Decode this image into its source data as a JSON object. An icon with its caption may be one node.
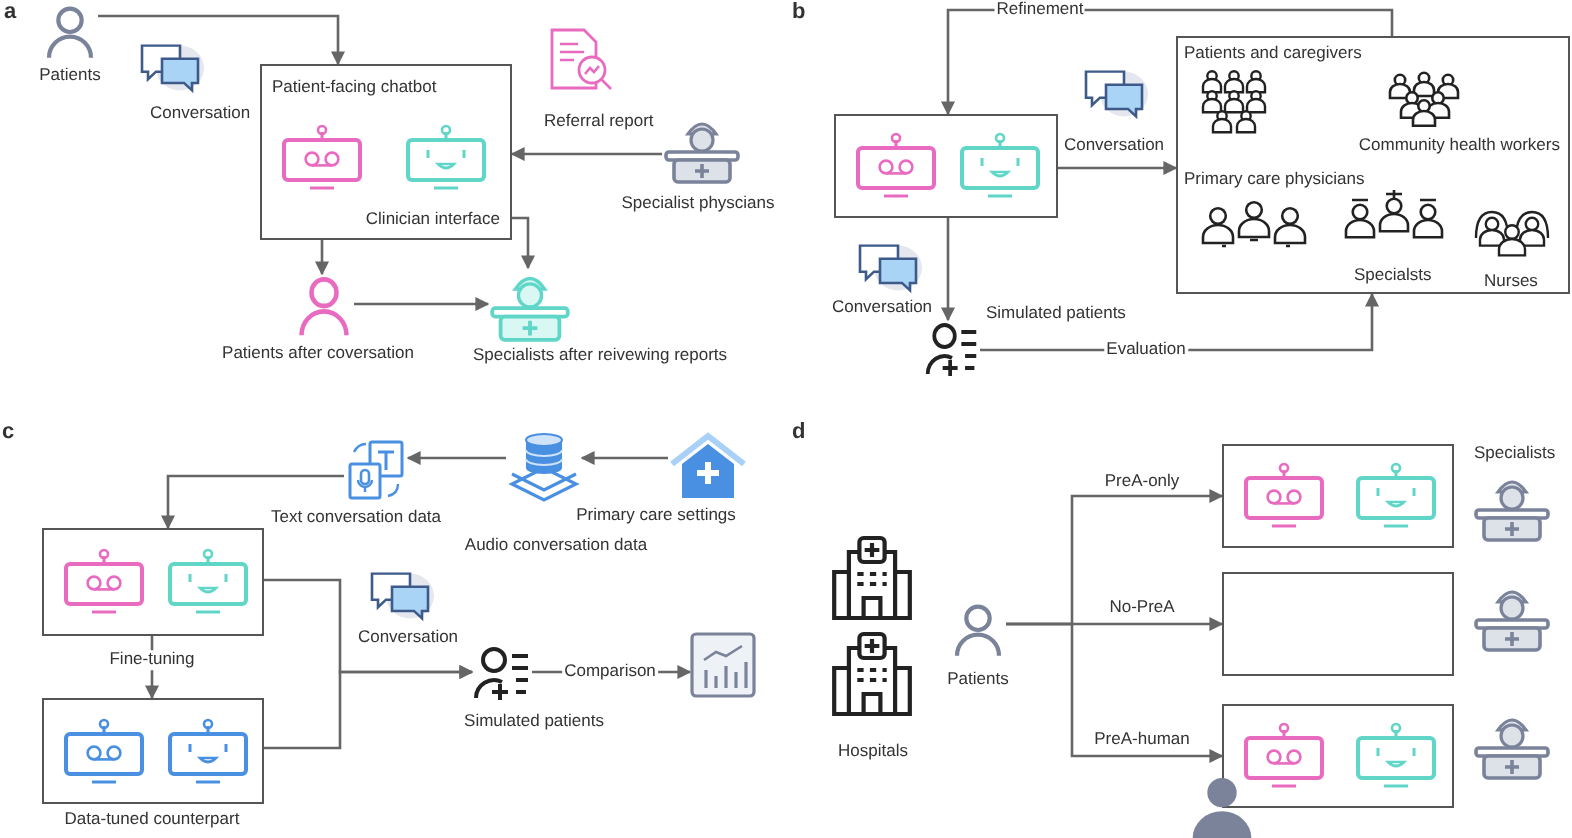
{
  "diagram": {
    "nodes": [
      {
        "text": [],
        "shape": "person",
        "beside": [
          "Patients"
        ]
      },
      {
        "text": [
          "Patient-facing chatbot",
          "Clinician interface"
        ]
      },
      {
        "text": [],
        "shape": "person",
        "beside": [
          "Specialist physcians"
        ]
      },
      {
        "text": [],
        "shape": "person",
        "beside": [
          "Patients after coversation"
        ]
      },
      {
        "text": [],
        "shape": "person",
        "beside": [
          "Specialists after reivewing reports"
        ]
      },
      {
        "text": [],
        "shape": "box"
      },
      {
        "text": [
          "Patients and caregivers",
          "Community health workers",
          "Primary care physicians",
          "Specialsts",
          "Nurses"
        ]
      },
      {
        "text": [],
        "shape": "person",
        "beside": [
          "Simulated patients"
        ]
      },
      {
        "text": [],
        "shape": "house",
        "beside": [
          "Primary care settings"
        ]
      },
      {
        "text": [],
        "shape": "cylinder",
        "beside": [
          "Audio conversation data"
        ]
      },
      {
        "text": [],
        "shape": "picture",
        "beside": [
          "Text conversation data"
        ]
      },
      {
        "text": [],
        "shape": "box"
      },
      {
        "text": [],
        "shape": "box",
        "beside": [
          "Data-tuned counterpart"
        ]
      },
      {
        "text": [],
        "shape": "person",
        "beside": [
          "Simulated patients"
        ]
      },
      {
        "text": [],
        "shape": "picture"
      },
      {
        "text": [],
        "shape": "person",
        "beside": [
          "Patients"
        ]
      },
      {
        "text": [],
        "shape": "box"
      },
      {
        "text": [],
        "shape": "box"
      },
      {
        "text": [],
        "shape": "box"
      }
    ],
    "edges": [
      {
        "from": 0,
        "to": 1,
        "arrow": "to"
      },
      {
        "from": 2,
        "to": 1,
        "arrow": "to"
      },
      {
        "from": 1,
        "to": 3,
        "arrow": "to"
      },
      {
        "from": 1,
        "to": 4,
        "arrow": "to"
      },
      {
        "from": 3,
        "to": 4,
        "arrow": "to"
      },
      {
        "from": 6,
        "to": 5,
        "arrow": "to",
        "label": "Refinement"
      },
      {
        "from": 5,
        "to": 6,
        "arrow": "to",
        "label": "Conversation"
      },
      {
        "from": 5,
        "to": 7,
        "arrow": "to",
        "label": "Conversation"
      },
      {
        "from": 7,
        "to": 6,
        "arrow": "to",
        "label": "Evaluation"
      },
      {
        "from": 8,
        "to": 9,
        "arrow": "to"
      },
      {
        "from": 9,
        "to": 10,
        "arrow": "to"
      },
      {
        "from": 10,
        "to": 11,
        "arrow": "to"
      },
      {
        "from": 11,
        "to": 12,
        "arrow": "to",
        "label": "Fine-tuning"
      },
      {
        "from": 11,
        "to": 13,
        "arrow": "to",
        "label": "Conversation"
      },
      {
        "from": 12,
        "to": 13,
        "arrow": "to"
      },
      {
        "from": 13,
        "to": 14,
        "arrow": "to",
        "label": "Comparison"
      },
      {
        "from": 15,
        "to": 16,
        "arrow": "to",
        "label": "PreA-only"
      },
      {
        "from": 15,
        "to": 17,
        "arrow": "to",
        "label": "No-PreA"
      },
      {
        "from": 15,
        "to": 18,
        "arrow": "to",
        "label": "PreA-human"
      }
    ],
    "labels": [
      "a",
      "Conversation",
      "Referral report",
      "b",
      "c",
      "d",
      "Hospitals",
      "Specialists"
    ]
  }
}
